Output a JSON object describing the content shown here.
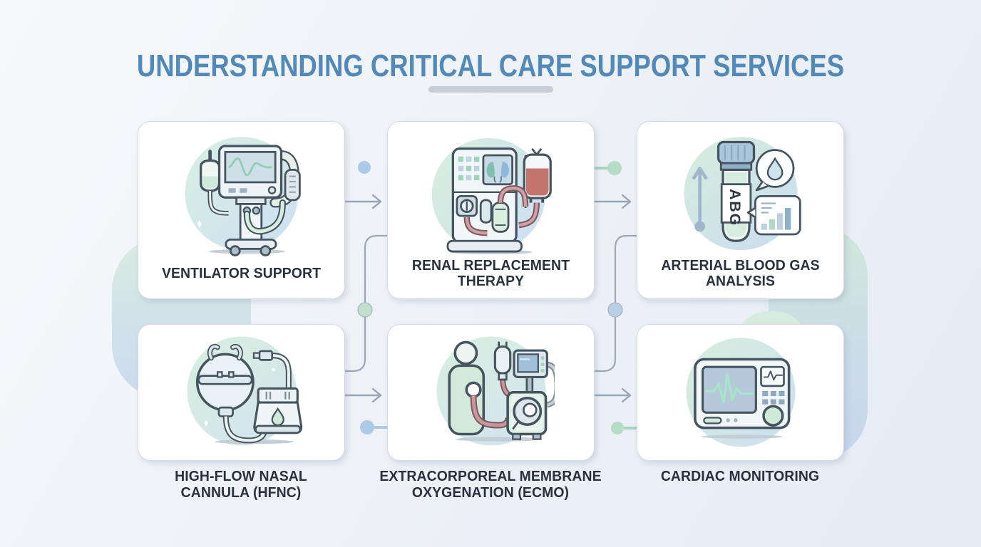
{
  "title": "UNDERSTANDING CRITICAL CARE SUPPORT SERVICES",
  "cards": [
    {
      "id": "ventilator-support",
      "label_lines": [
        "VENTILATOR SUPPORT"
      ],
      "icon": "ventilator-icon",
      "label_placement": "inside"
    },
    {
      "id": "renal-replacement-therapy",
      "label_lines": [
        "RENAL REPLACEMENT",
        "THERAPY"
      ],
      "icon": "dialysis-machine-icon",
      "label_placement": "inside"
    },
    {
      "id": "arterial-blood-gas-analysis",
      "label_lines": [
        "ARTERIAL BLOOD GAS",
        "ANALYSIS"
      ],
      "icon": "abg-test-tube-icon",
      "label_placement": "inside"
    },
    {
      "id": "high-flow-nasal-cannula",
      "label_lines": [
        "HIGH-FLOW NASAL",
        "CANNULA (HFNC)"
      ],
      "icon": "nasal-cannula-humidifier-icon",
      "label_placement": "below"
    },
    {
      "id": "ecmo",
      "label_lines": [
        "EXTRACORPOREAL MEMBRANE",
        "OXYGENATION (ECMO)"
      ],
      "icon": "ecmo-circuit-icon",
      "label_placement": "below"
    },
    {
      "id": "cardiac-monitoring",
      "label_lines": [
        "CARDIAC MONITORING"
      ],
      "icon": "cardiac-monitor-icon",
      "label_placement": "below"
    }
  ],
  "icon_labels": {
    "abg_tube": "ABG"
  },
  "colors": {
    "title": "#5289b8",
    "label": "#28313d",
    "connector_line": "#97a5b7",
    "dot_blue": "#accae7",
    "dot_green": "#b5dcc5",
    "underline": "#c6cdd7",
    "card_border": "#d4dbe4",
    "blob_mint": "#d9ecde",
    "blob_blue": "#ccdbee"
  }
}
